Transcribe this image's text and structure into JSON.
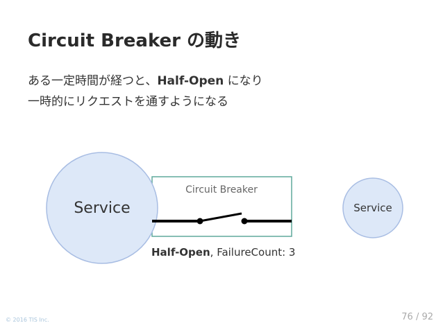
{
  "slide": {
    "title": "Circuit Breaker の動き",
    "line1_prefix": "ある一定時間が経つと、",
    "line1_state": "Half-Open",
    "line1_suffix": " になり",
    "line2": "一時的にリクエストを通すようになる"
  },
  "diagram": {
    "left_service": "Service",
    "right_service": "Service",
    "breaker_label": "Circuit Breaker",
    "state": "Half-Open",
    "count_text": ", FailureCount: 3",
    "colors": {
      "circle_fill": "#dde8f8",
      "circle_stroke": "#a8bde3",
      "box_stroke": "#5fa89b",
      "wire": "#000000"
    }
  },
  "footer": {
    "copyright": "© 2016 TIS Inc.",
    "page": "76 / 92"
  }
}
